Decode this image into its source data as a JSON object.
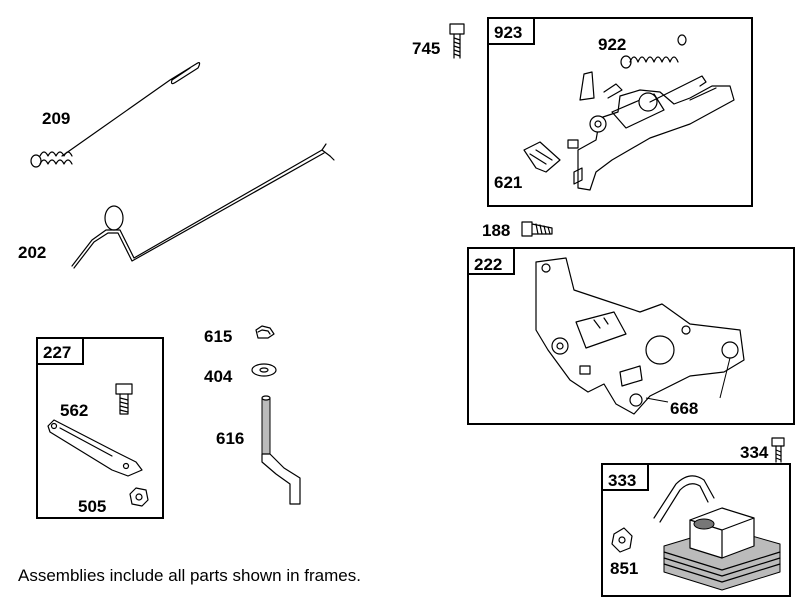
{
  "labels": {
    "p209": "209",
    "p202": "202",
    "p745": "745",
    "p922": "922",
    "p621": "621",
    "p188": "188",
    "p668": "668",
    "p615": "615",
    "p404": "404",
    "p616": "616",
    "p562": "562",
    "p505": "505",
    "p334": "334",
    "p851": "851"
  },
  "frames": {
    "f923": "923",
    "f222": "222",
    "f227": "227",
    "f333": "333"
  },
  "footnote": "Assemblies include all parts shown in frames."
}
